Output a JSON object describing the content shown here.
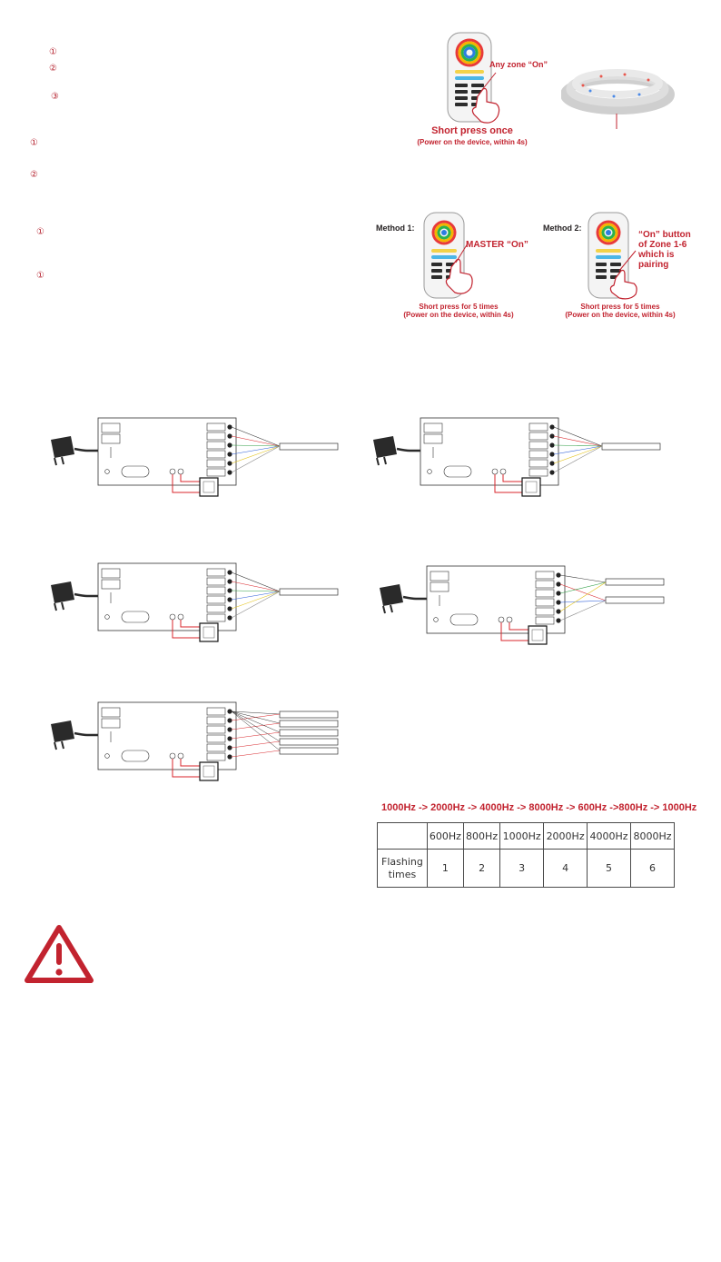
{
  "steps": {
    "group1": [
      "①",
      "②",
      "③"
    ],
    "group2": [
      "①",
      "②"
    ],
    "group3": [
      "①"
    ],
    "group4": [
      "①"
    ]
  },
  "pairing": {
    "label": "Any zone “On”",
    "caption_main": "Short press once",
    "caption_sub": "(Power on the device, within 4s)"
  },
  "method1": {
    "title": "Method 1:",
    "label": "MASTER “On”",
    "caption_main": "Short press for 5 times",
    "caption_sub": "(Power on the device, within 4s)"
  },
  "method2": {
    "title": "Method 2:",
    "label_lines": [
      "“On” button",
      "of Zone 1-6",
      "which is",
      "pairing"
    ],
    "caption_main": "Short press for 5 times",
    "caption_sub": "(Power on the device, within 4s)"
  },
  "frequency": {
    "sequence": "1000Hz -> 2000Hz -> 4000Hz -> 8000Hz -> 600Hz ->800Hz -> 1000Hz",
    "header": [
      "",
      "600Hz",
      "800Hz",
      "1000Hz",
      "2000Hz",
      "4000Hz",
      "8000Hz"
    ],
    "row_label": "Flashing times",
    "values": [
      "1",
      "2",
      "3",
      "4",
      "5",
      "6"
    ]
  },
  "colors": {
    "accent": "#c2232f",
    "wire_red": "#d9262b",
    "wire_green": "#2e9e44",
    "wire_blue": "#2a5bd7",
    "wire_yellow": "#e3c21a",
    "warning": "#c2232f"
  },
  "icons": [
    "warning-triangle-icon",
    "remote-control-icon",
    "led-strip-icon",
    "power-adapter-icon",
    "hand-press-icon"
  ]
}
